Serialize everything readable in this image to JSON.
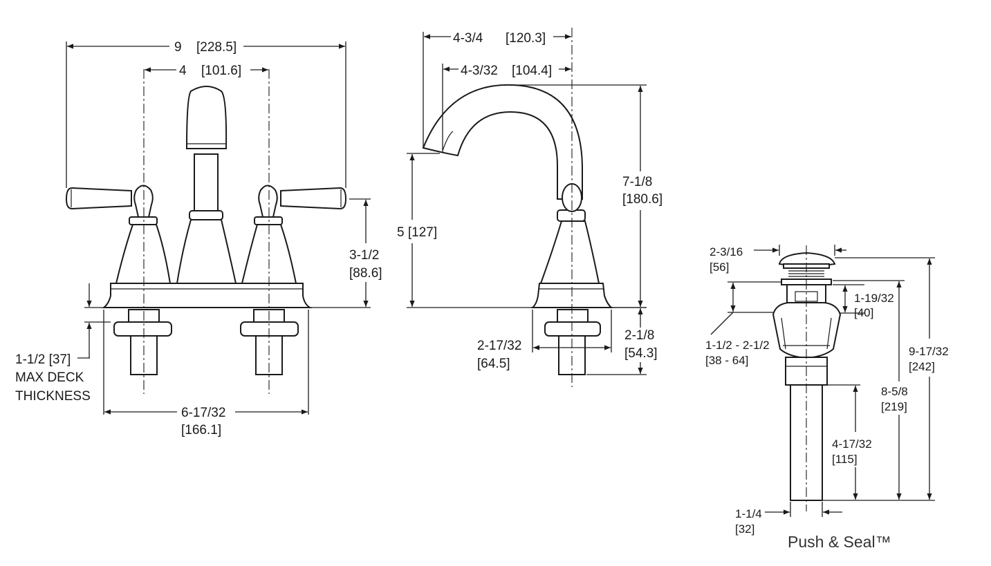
{
  "front_view": {
    "overall_width": {
      "inch": "9",
      "mm": "[228.5]"
    },
    "handle_spacing": {
      "inch": "4",
      "mm": "[101.6]"
    },
    "handle_height": {
      "inch": "3-1/2",
      "mm": "[88.6]"
    },
    "deck_thickness": {
      "inch": "1-1/2 [37]",
      "line1": "MAX DECK",
      "line2": "THICKNESS"
    },
    "base_width": {
      "inch": "6-17/32",
      "mm": "[166.1]"
    }
  },
  "side_view": {
    "spout_reach_outer": {
      "inch": "4-3/4",
      "mm": "[120.3]"
    },
    "spout_reach_inner": {
      "inch": "4-3/32",
      "mm": "[104.4]"
    },
    "spout_clearance": {
      "inch": "5 [127]"
    },
    "overall_height": {
      "inch": "7-1/8",
      "mm": "[180.6]"
    },
    "base_depth": {
      "inch": "2-17/32",
      "mm": "[64.5]"
    },
    "shank_length": {
      "inch": "2-1/8",
      "mm": "[54.3]"
    }
  },
  "drain_view": {
    "cap_diameter": {
      "inch": "2-3/16",
      "mm": "[56]"
    },
    "body_height": {
      "inch": "1-19/32",
      "mm": "[40]"
    },
    "range": {
      "inch": "1-1/2  -  2-1/2",
      "mm": "[38  -  64]"
    },
    "overall": {
      "inch": "9-17/32",
      "mm": "[242]"
    },
    "body_total": {
      "inch": "8-5/8",
      "mm": "[219]"
    },
    "tail": {
      "inch": "4-17/32",
      "mm": "[115]"
    },
    "tail_diameter": {
      "inch": "1-1/4",
      "mm": "[32]"
    },
    "brand": "Push & Seal™"
  }
}
